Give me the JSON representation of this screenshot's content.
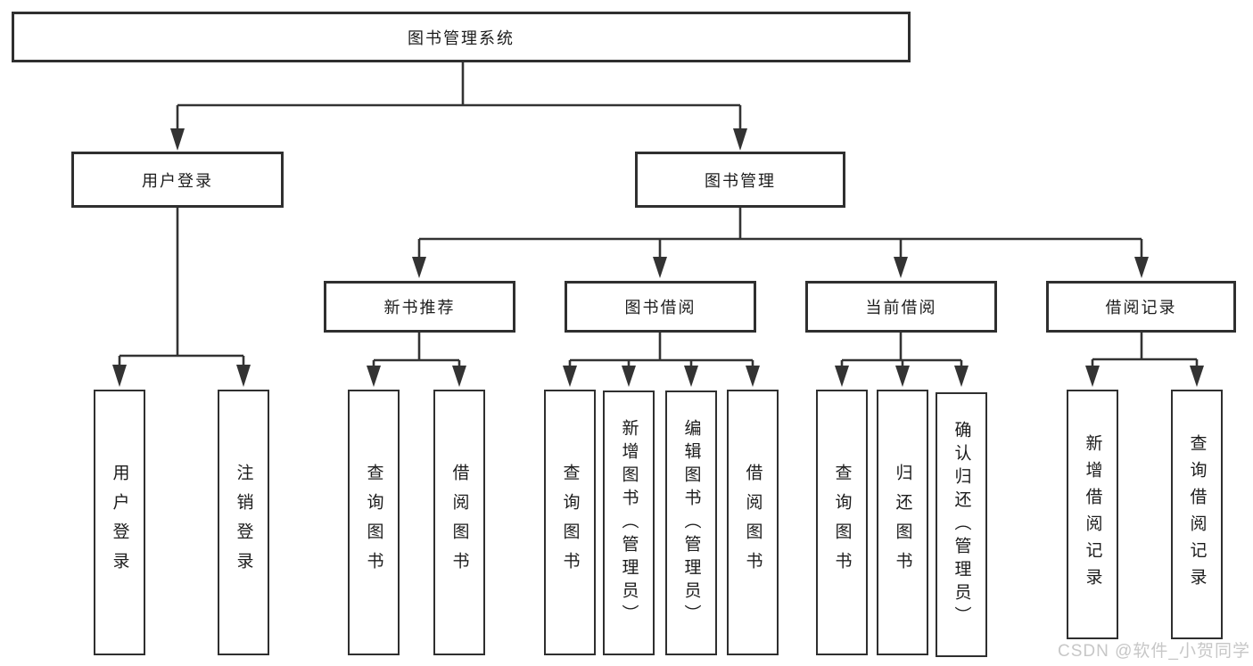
{
  "diagram": {
    "type": "hierarchy",
    "title": "图书管理系统",
    "watermark": "CSDN @软件_小贺同学",
    "colors": {
      "line": "#333333",
      "box_border": "#2f2f2f",
      "box_fill": "#ffffff",
      "text": "#1c1c1c",
      "watermark": "#c7c7c7",
      "background": "#ffffff"
    },
    "nodes": {
      "root": {
        "label": "图书管理系统"
      },
      "login_group": {
        "label": "用户登录"
      },
      "mgmt_group": {
        "label": "图书管理"
      },
      "rec_group": {
        "label": "新书推荐"
      },
      "borrow_group": {
        "label": "图书借阅"
      },
      "current_group": {
        "label": "当前借阅"
      },
      "records_group": {
        "label": "借阅记录"
      },
      "login_leaf": {
        "label": "用户登录"
      },
      "logout_leaf": {
        "label": "注销登录"
      },
      "rec_query": {
        "label": "查询图书"
      },
      "rec_borrow": {
        "label": "借阅图书"
      },
      "borrow_query": {
        "label": "查询图书"
      },
      "borrow_add": {
        "label": "新增图书（管理员）"
      },
      "borrow_edit": {
        "label": "编辑图书（管理员）"
      },
      "borrow_borrow": {
        "label": "借阅图书"
      },
      "current_query": {
        "label": "查询图书"
      },
      "current_return": {
        "label": "归还图书"
      },
      "current_confirm": {
        "label": "确认归还（管理员）"
      },
      "records_add": {
        "label": "新增借阅记录"
      },
      "records_query": {
        "label": "查询借阅记录"
      }
    },
    "edges": [
      [
        "root",
        "login_group"
      ],
      [
        "root",
        "mgmt_group"
      ],
      [
        "login_group",
        "login_leaf"
      ],
      [
        "login_group",
        "logout_leaf"
      ],
      [
        "mgmt_group",
        "rec_group"
      ],
      [
        "mgmt_group",
        "borrow_group"
      ],
      [
        "mgmt_group",
        "current_group"
      ],
      [
        "mgmt_group",
        "records_group"
      ],
      [
        "rec_group",
        "rec_query"
      ],
      [
        "rec_group",
        "rec_borrow"
      ],
      [
        "borrow_group",
        "borrow_query"
      ],
      [
        "borrow_group",
        "borrow_add"
      ],
      [
        "borrow_group",
        "borrow_edit"
      ],
      [
        "borrow_group",
        "borrow_borrow"
      ],
      [
        "current_group",
        "current_query"
      ],
      [
        "current_group",
        "current_return"
      ],
      [
        "current_group",
        "current_confirm"
      ],
      [
        "records_group",
        "records_add"
      ],
      [
        "records_group",
        "records_query"
      ]
    ]
  }
}
